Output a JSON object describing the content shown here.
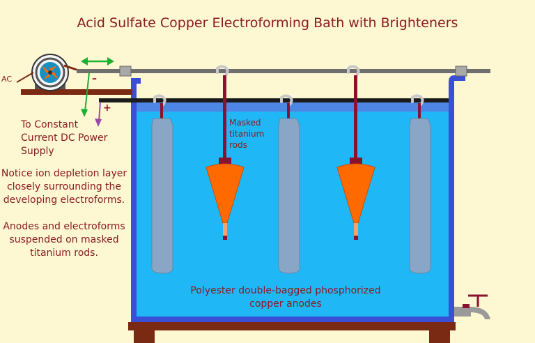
{
  "title": "Acid Sulfate Copper Electroforming Bath with Brighteners",
  "labels": {
    "ac": "AC",
    "minus": "–",
    "plus": "+",
    "power_supply": "To Constant\nCurrent DC Power\nSupply",
    "ion_depletion": "Notice ion depletion layer\nclosely surrounding the\ndeveloping electroforms.",
    "suspended": "Anodes and electroforms\nsuspended on masked\ntitanium rods.",
    "masked_rods": "Masked\ntitanium\nrods",
    "anodes": "Polyester double-bagged phosphorized\ncopper anodes"
  },
  "colors": {
    "background": "#fdf8d2",
    "label_text": "#8a1b22",
    "tank_wall": "#3a4fd6",
    "solution": "#1fb7f6",
    "solution_top": "#4f86e6",
    "anode_bag": "#8aa6c6",
    "electroform": "#ff6a00",
    "rod": "#8a1230",
    "bus_bar": "#6f6f6f",
    "table": "#7a2a12",
    "arrow_green": "#1db030",
    "arrow_purple": "#9a4aa8"
  }
}
